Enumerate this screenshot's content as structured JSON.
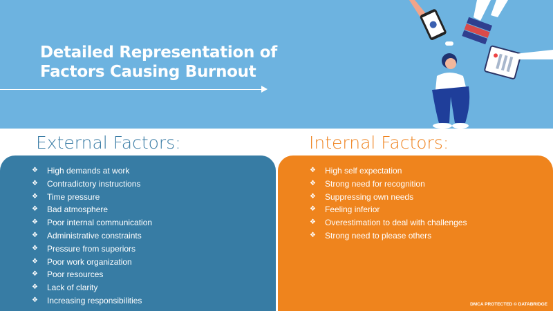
{
  "title_line1": "Detailed Representation of",
  "title_line2": "Factors Causing Burnout",
  "external": {
    "heading": "External Factors:",
    "items": [
      "High demands at work",
      "Contradictory instructions",
      "Time pressure",
      "Bad atmosphere",
      "Poor internal communication",
      "Administrative constraints",
      "Pressure from superiors",
      "Poor work organization",
      "Poor resources",
      "Lack of clarity",
      "Increasing responsibilities"
    ]
  },
  "internal": {
    "heading": "Internal Factors:",
    "items": [
      "High self expectation",
      "Strong need for recognition",
      "Suppressing own needs",
      "Feeling inferior",
      "Overestimation to deal with challenges",
      "Strong need to please others"
    ]
  },
  "watermark": "DMCA PROTECTED © DATABRIDGE",
  "bullet": "❖",
  "colors": {
    "header": "#6db3e0",
    "external": "#377ca4",
    "internal": "#ef841d"
  }
}
